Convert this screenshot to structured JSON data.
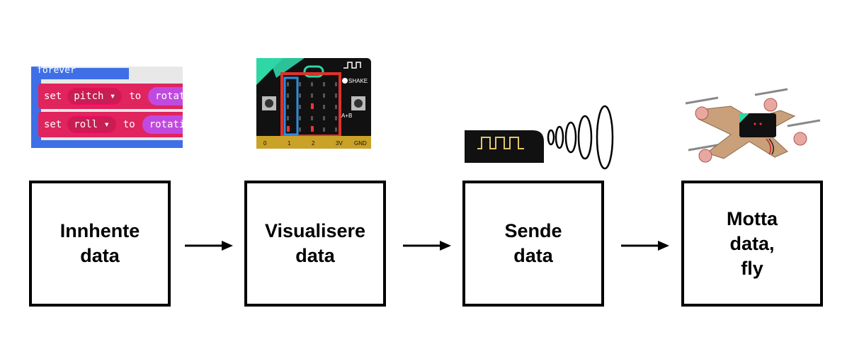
{
  "steps": [
    {
      "label": "Innhente\ndata"
    },
    {
      "label": "Visualisere\ndata"
    },
    {
      "label": "Sende\ndata"
    },
    {
      "label": "Motta\ndata,\nfly"
    }
  ],
  "code_blocks": {
    "header": "forever",
    "rows": [
      {
        "keyword": "set",
        "variable": "pitch ▾",
        "to": "to",
        "value": "rotati"
      },
      {
        "keyword": "set",
        "variable": "roll ▾",
        "to": "to",
        "value": "rotatio"
      }
    ]
  },
  "microbit": {
    "shake_label": "SHAKE",
    "ab_label": "A+B",
    "pins": [
      "0",
      "1",
      "2",
      "3V",
      "GND"
    ]
  },
  "colors": {
    "box_border": "#000000",
    "arrow": "#000000",
    "code_block": "#e0245e",
    "highlight_red": "#e0302a",
    "highlight_blue": "#2f8fe0"
  }
}
